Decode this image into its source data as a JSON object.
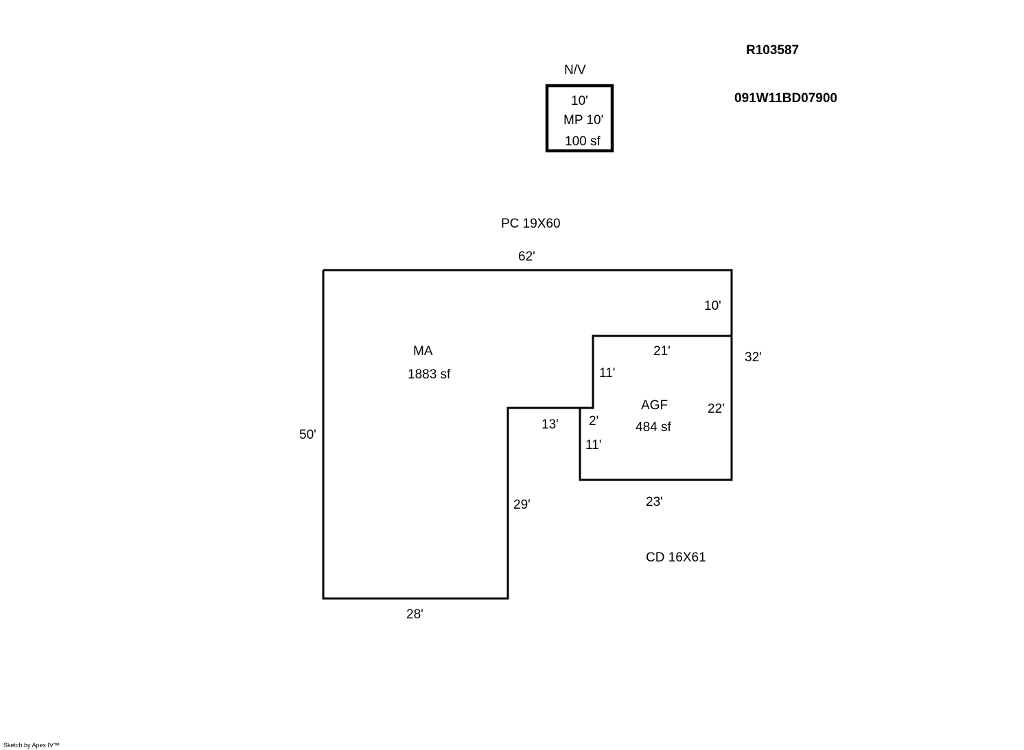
{
  "header": {
    "account": "R103587",
    "map_number": "091W11BD07900"
  },
  "outbuilding": {
    "tag": "N/V",
    "dim_top": "10'",
    "code_and_dim": "MP 10'",
    "area": "100 sf"
  },
  "notes": {
    "porch": "PC  19X60",
    "deck": "CD  16X61"
  },
  "main_area": {
    "code": "MA",
    "area": "1883 sf",
    "dims": {
      "top": "62'",
      "right_upper": "10'",
      "right_total": "32'",
      "left": "50'",
      "bottom": "28'",
      "notch_vertical": "29'",
      "notch_horizontal": "13'",
      "step": "2'",
      "agf_left_upper": "11'"
    }
  },
  "garage": {
    "code": "AGF",
    "area": "484 sf",
    "dims": {
      "top": "21'",
      "right": "22'",
      "bottom": "23'",
      "left_lower": "11'"
    }
  },
  "footer": {
    "credit": "Sketch by Apex IV™"
  }
}
